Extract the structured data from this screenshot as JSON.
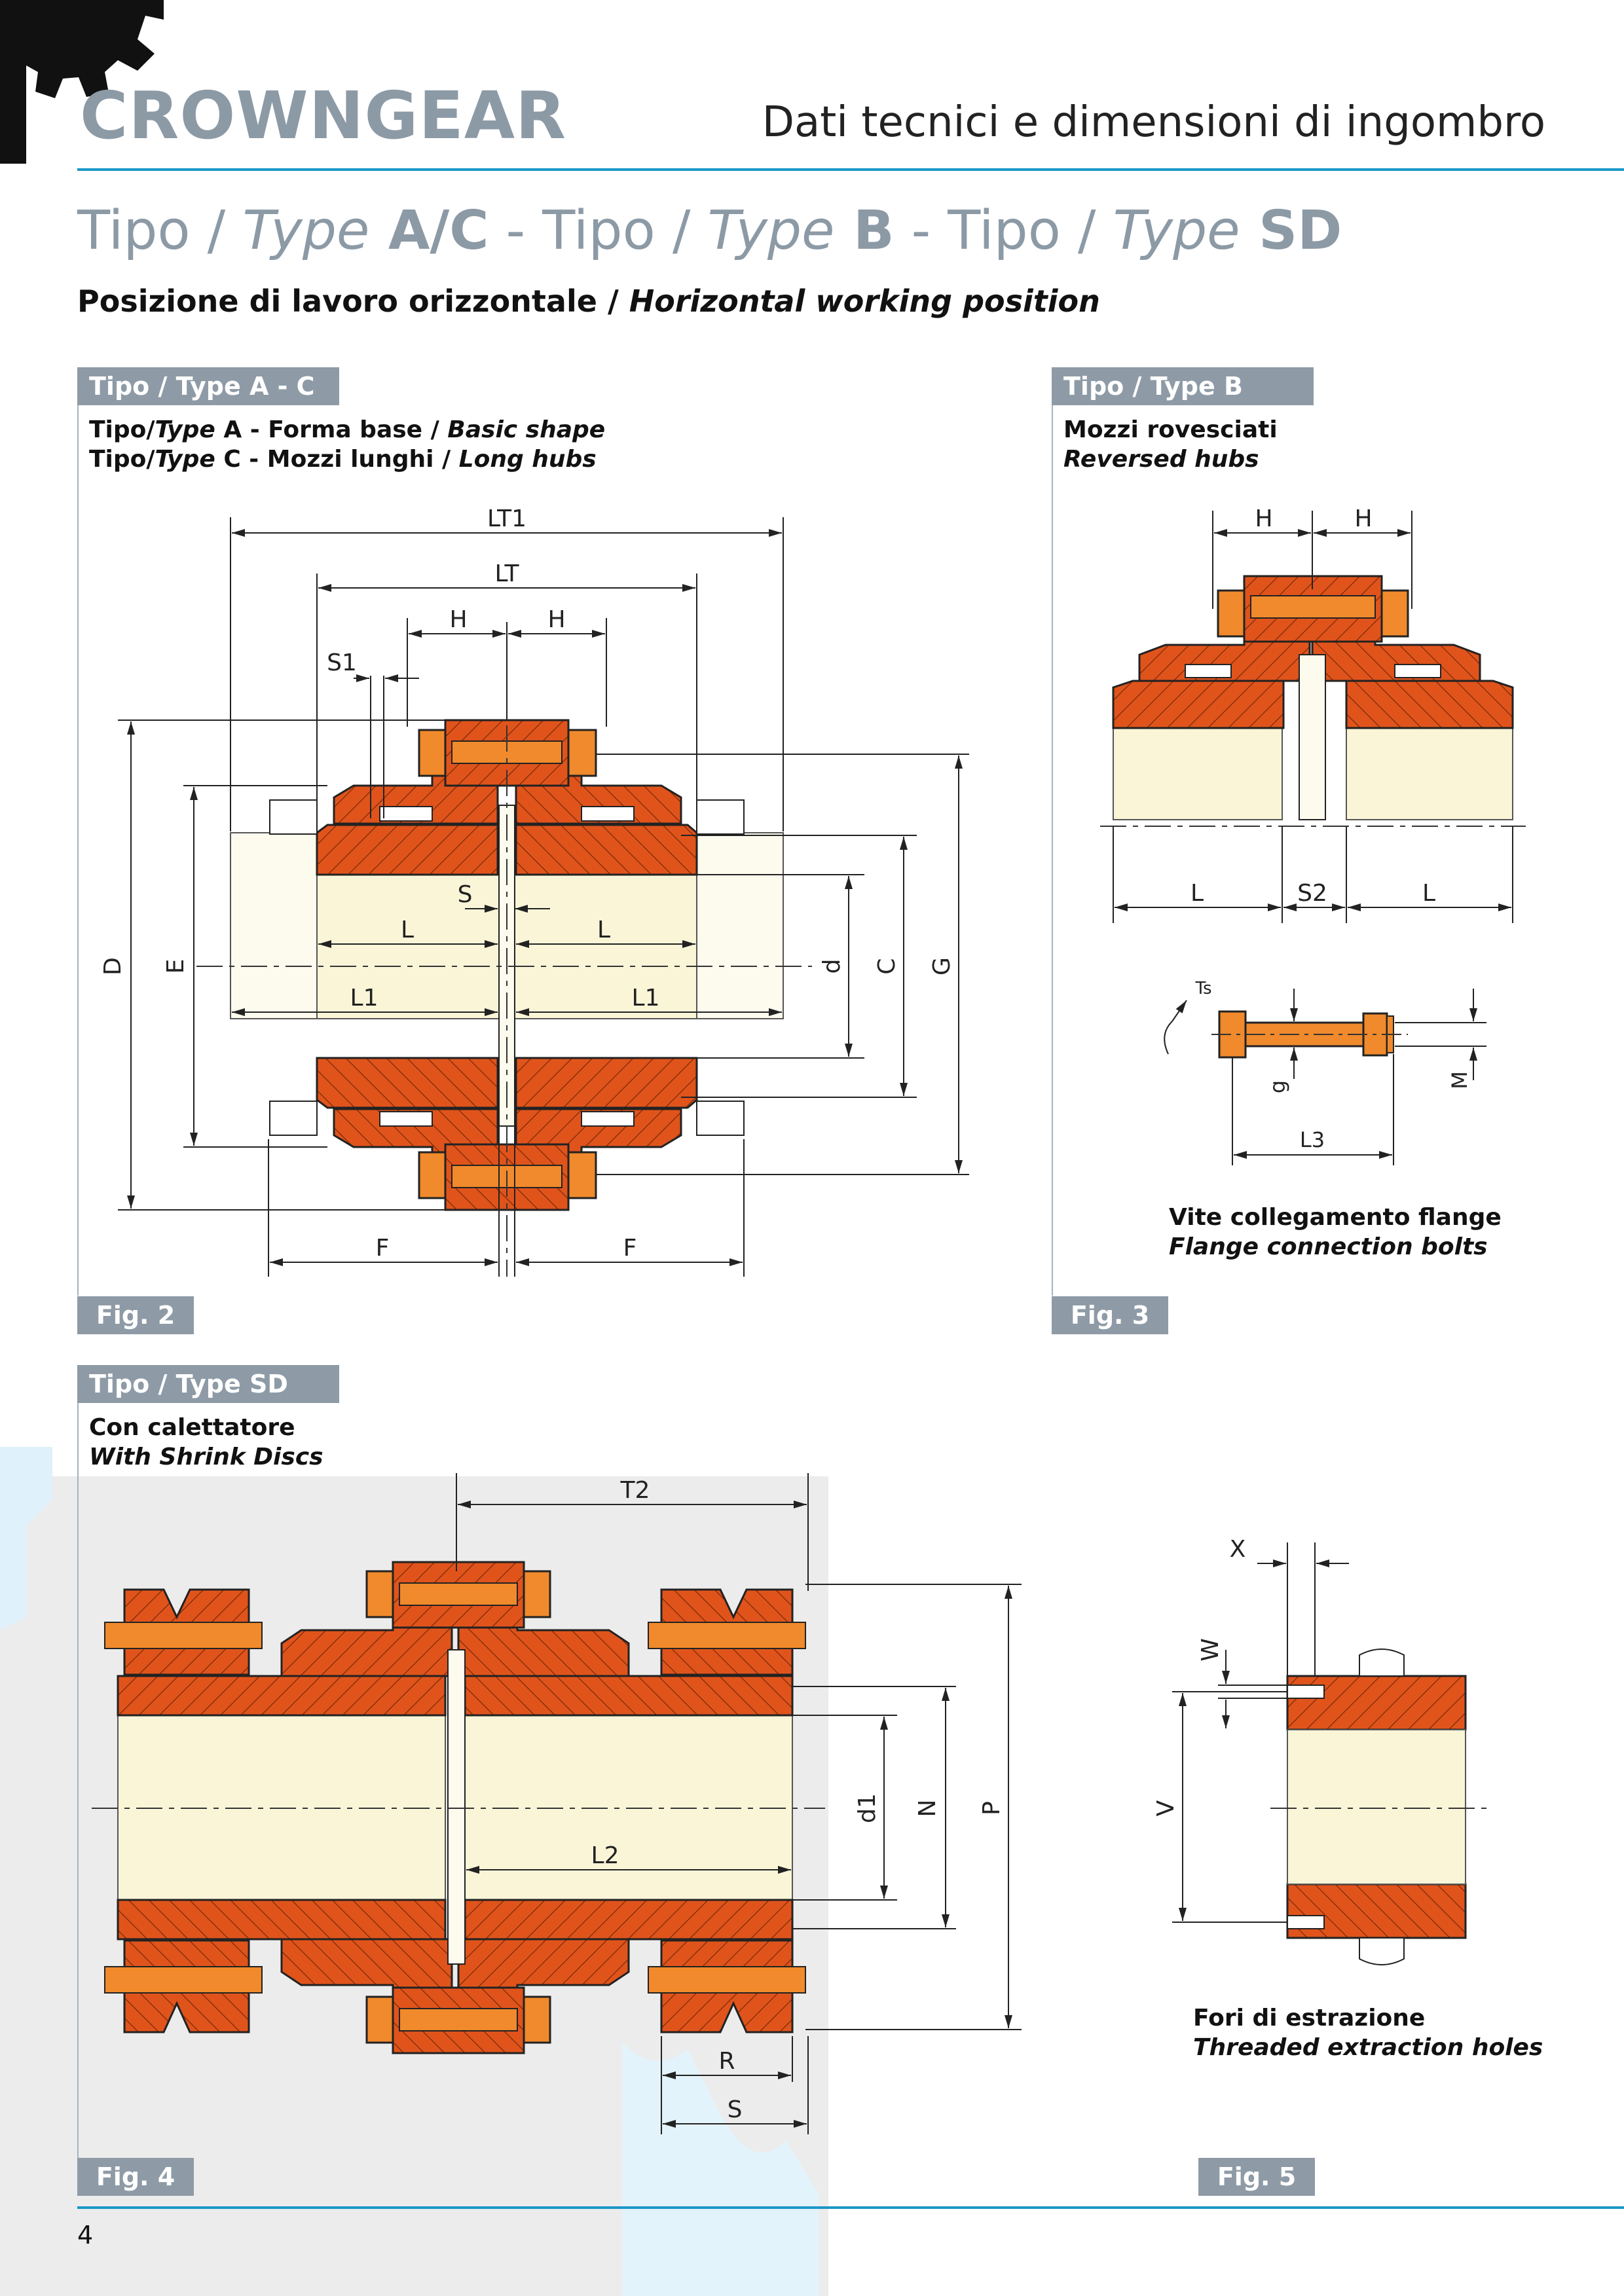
{
  "header": {
    "brand": "CROWNGEAR",
    "subtitle": "Dati tecnici e dimensioni di ingombro"
  },
  "title": {
    "p1": "Tipo / ",
    "p2": "Type",
    "p3": " A/C",
    "p4": " - Tipo / ",
    "p5": "Type",
    "p6": " B",
    "p7": " - Tipo / ",
    "p8": "Type",
    "p9": " SD"
  },
  "subtitle": {
    "normal": "Posizione di lavoro orizzontale / ",
    "italic": "Horizontal working position"
  },
  "sections": {
    "ac": {
      "tag_prefix": "Tipo / Type ",
      "tag_bold": "A - C",
      "l1a": "Tipo/",
      "l1b": "Type",
      "l1c": " A",
      "l1d": " - Forma base / ",
      "l1e": "Basic shape",
      "l2a": "Tipo/",
      "l2b": "Type",
      "l2c": " C",
      "l2d": " - Mozzi lunghi / ",
      "l2e": "Long hubs",
      "fig": "Fig. 2"
    },
    "b": {
      "tag_prefix": "Tipo / Type ",
      "tag_bold": "B",
      "l1": "Mozzi rovesciati",
      "l2": "Reversed hubs",
      "fig": "Fig. 3",
      "bolt_l1": "Vite collegamento flange",
      "bolt_l2": "Flange connection bolts"
    },
    "sd": {
      "tag_prefix": "Tipo / Type ",
      "tag_bold": "SD",
      "l1": "Con calettatore",
      "l2": "With Shrink Discs",
      "fig": "Fig. 4"
    },
    "holes": {
      "l1": "Fori di estrazione",
      "l2": "Threaded extraction holes",
      "fig": "Fig. 5"
    }
  },
  "dims": {
    "fig2": {
      "LT1": "LT1",
      "LT": "LT",
      "H1": "H",
      "H2": "H",
      "S1": "S1",
      "S": "S",
      "L_a": "L",
      "L_b": "L",
      "L1_a": "L1",
      "L1_b": "L1",
      "D": "D",
      "E": "E",
      "d": "d",
      "C": "C",
      "G": "G",
      "F_a": "F",
      "F_b": "F"
    },
    "fig3": {
      "H1": "H",
      "H2": "H",
      "L_a": "L",
      "S2": "S2",
      "L_b": "L",
      "Ts": "Ts",
      "g": "g",
      "M": "M",
      "L3": "L3"
    },
    "fig4": {
      "T2": "T2",
      "L2": "L2",
      "d1": "d1",
      "N": "N",
      "P": "P",
      "R": "R",
      "S": "S"
    },
    "fig5": {
      "X": "X",
      "W": "W",
      "V": "V"
    }
  },
  "page_number": "4",
  "colors": {
    "orange": "#e0541c",
    "bolt": "#f08a2c",
    "cream": "#fbf5d8",
    "gray": "#8e9ba6",
    "blue": "#1a98c8"
  }
}
